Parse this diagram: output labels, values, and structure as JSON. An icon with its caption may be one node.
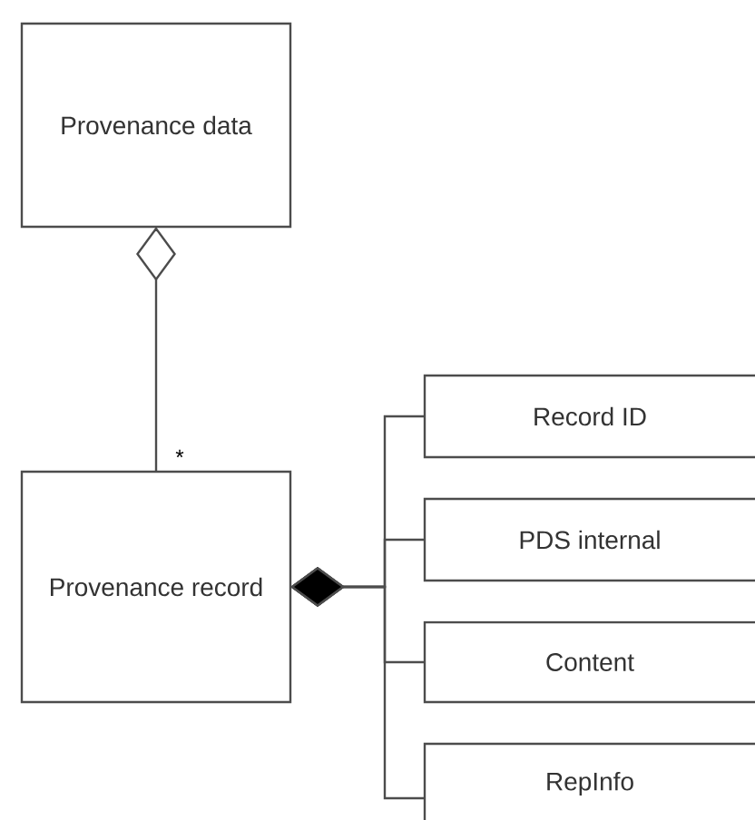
{
  "diagram": {
    "nodes": [
      {
        "text": [
          "Provenance data"
        ]
      },
      {
        "text": [
          "Provenance record"
        ]
      },
      {
        "text": [
          "Record ID"
        ]
      },
      {
        "text": [
          "PDS internal"
        ]
      },
      {
        "text": [
          "Content"
        ]
      },
      {
        "text": [
          "RepInfo"
        ]
      }
    ],
    "edges": [
      {
        "from": 1,
        "to": 0,
        "arrow": "other",
        "label": "*"
      },
      {
        "from": 2,
        "to": 1,
        "arrow": "other"
      },
      {
        "from": 3,
        "to": 1,
        "arrow": "other"
      },
      {
        "from": 4,
        "to": 1,
        "arrow": "other"
      },
      {
        "from": 5,
        "to": 1,
        "arrow": "other"
      }
    ]
  }
}
